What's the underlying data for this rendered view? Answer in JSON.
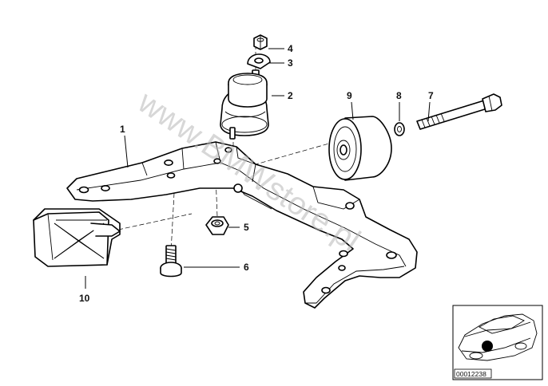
{
  "watermark": "www.BMWstore.pl",
  "reference_code": "00012238",
  "callouts": [
    "1",
    "2",
    "3",
    "4",
    "5",
    "6",
    "7",
    "8",
    "9",
    "10"
  ],
  "icons": {
    "crossmember": "transmission-crossmember",
    "rubber_mount": "rubber-mount-with-stud",
    "nut": "hex-nut",
    "washer": "shaped-washer",
    "bolt": "long-bolt",
    "pulley": "roller",
    "stop": "rubber-buffer",
    "locator": "car-silhouette-locator"
  },
  "colors": {
    "line": "#000000",
    "watermark": "#b8b8b8",
    "locator_marker": "#000000"
  }
}
